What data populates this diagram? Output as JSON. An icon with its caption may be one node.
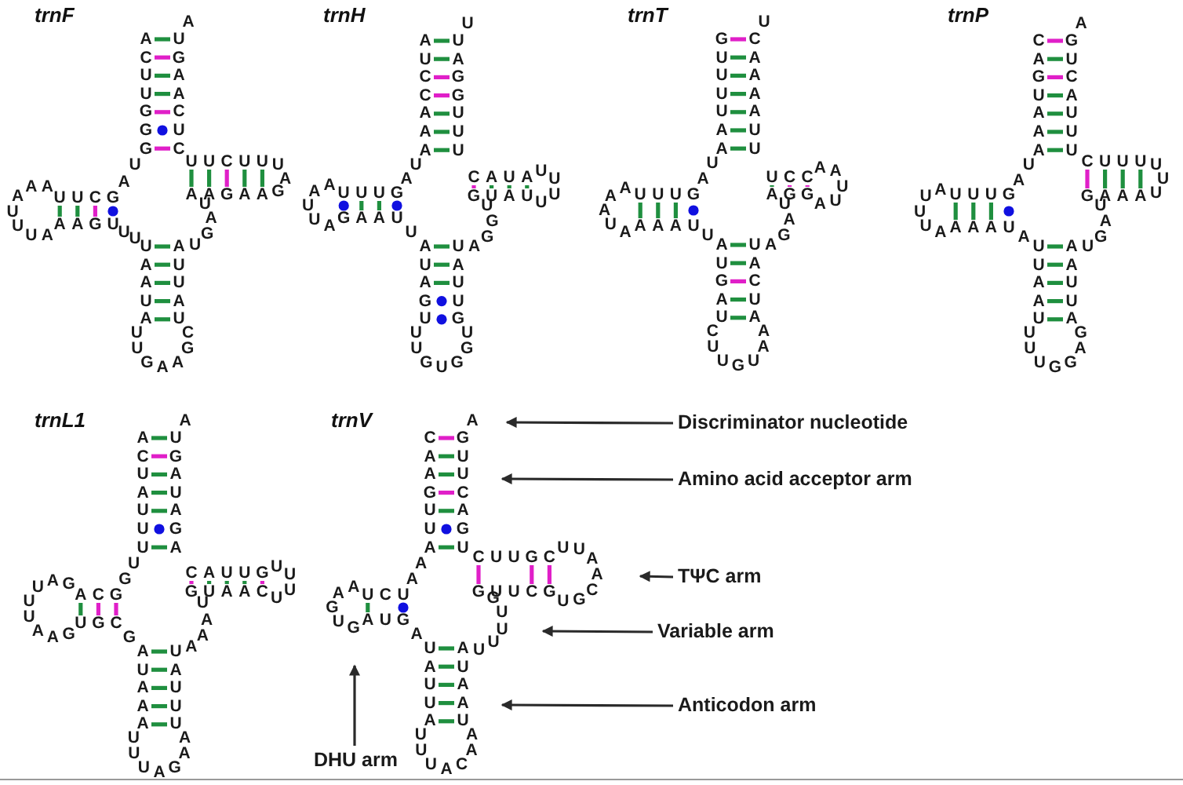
{
  "diagram": {
    "nodes": [
      {
        "text": [
          "Discriminator nucleotide"
        ]
      },
      {
        "text": [
          "Amino acid acceptor arm"
        ]
      },
      {
        "text": [
          "TΨC arm"
        ]
      },
      {
        "text": [
          "Variable arm"
        ]
      },
      {
        "text": [
          "Anticodon arm"
        ]
      },
      {
        "text": [
          "DHU arm"
        ]
      }
    ],
    "edges": [
      {
        "from": 0,
        "to": null,
        "arrow": "to"
      },
      {
        "from": 1,
        "to": null,
        "arrow": "to"
      },
      {
        "from": 2,
        "to": null,
        "arrow": "to"
      },
      {
        "from": 3,
        "to": null,
        "arrow": "to"
      },
      {
        "from": 4,
        "to": null,
        "arrow": "to"
      },
      {
        "from": 5,
        "to": null,
        "arrow": "to"
      }
    ],
    "labels": [
      "trnF",
      "A",
      "C",
      "U",
      "U",
      "G",
      "G",
      "G",
      "U",
      "A",
      "G",
      "C",
      "U",
      "U",
      "A",
      "A",
      "A",
      "U",
      "U",
      "U",
      "A",
      "A",
      "A",
      "G",
      "U",
      "U",
      "U",
      "U",
      "A",
      "A",
      "U",
      "A",
      "U",
      "U",
      "G",
      "A",
      "A",
      "G",
      "C",
      "U",
      "A",
      "U",
      "U",
      "A",
      "U",
      "G",
      "A",
      "U",
      "A",
      "A",
      "G",
      "A",
      "A",
      "G",
      "A",
      "U",
      "U",
      "U",
      "C",
      "U",
      "U",
      "C",
      "U",
      "C",
      "A",
      "A",
      "G",
      "U",
      "A",
      "trnH",
      "A",
      "U",
      "C",
      "C",
      "A",
      "A",
      "A",
      "U",
      "A",
      "G",
      "U",
      "U",
      "U",
      "A",
      "A",
      "U",
      "U",
      "A",
      "G",
      "A",
      "A",
      "U",
      "U",
      "A",
      "U",
      "A",
      "G",
      "U",
      "U",
      "U",
      "G",
      "U",
      "G",
      "G",
      "U",
      "G",
      "U",
      "U",
      "A",
      "U",
      "A",
      "G",
      "G",
      "U",
      "G",
      "U",
      "A",
      "U",
      "U",
      "U",
      "U",
      "U",
      "A",
      "U",
      "A",
      "C",
      "U",
      "U",
      "U",
      "G",
      "G",
      "A",
      "U",
      "U",
      "trnT",
      "G",
      "U",
      "U",
      "U",
      "U",
      "A",
      "A",
      "U",
      "A",
      "G",
      "U",
      "U",
      "U",
      "A",
      "A",
      "A",
      "U",
      "A",
      "A",
      "A",
      "A",
      "U",
      "U",
      "A",
      "U",
      "G",
      "A",
      "U",
      "C",
      "U",
      "U",
      "G",
      "U",
      "A",
      "A",
      "A",
      "U",
      "C",
      "A",
      "U",
      "A",
      "G",
      "A",
      "U",
      "A",
      "G",
      "G",
      "A",
      "U",
      "U",
      "A",
      "A",
      "C",
      "C",
      "U",
      "U",
      "U",
      "A",
      "A",
      "A",
      "A",
      "C",
      "U",
      "trnP",
      "C",
      "A",
      "G",
      "U",
      "A",
      "A",
      "A",
      "U",
      "A",
      "G",
      "U",
      "U",
      "U",
      "A",
      "U",
      "U",
      "U",
      "A",
      "A",
      "A",
      "A",
      "U",
      "A",
      "U",
      "U",
      "A",
      "A",
      "U",
      "U",
      "U",
      "U",
      "G",
      "G",
      "A",
      "G",
      "A",
      "U",
      "U",
      "A",
      "A",
      "U",
      "G",
      "A",
      "U",
      "G",
      "A",
      "A",
      "A",
      "U",
      "U",
      "U",
      "U",
      "U",
      "U",
      "C",
      "U",
      "U",
      "U",
      "A",
      "C",
      "U",
      "G",
      "A",
      "trnL1",
      "A",
      "C",
      "U",
      "A",
      "U",
      "U",
      "U",
      "U",
      "G",
      "G",
      "C",
      "A",
      "G",
      "A",
      "U",
      "U",
      "U",
      "A",
      "A",
      "G",
      "U",
      "G",
      "C",
      "G",
      "A",
      "U",
      "A",
      "A",
      "A",
      "U",
      "U",
      "U",
      "A",
      "G",
      "A",
      "A",
      "U",
      "U",
      "U",
      "A",
      "U",
      "A",
      "A",
      "A",
      "U",
      "G",
      "U",
      "A",
      "A",
      "C",
      "U",
      "U",
      "U",
      "U",
      "G",
      "U",
      "U",
      "A",
      "C",
      "A",
      "G",
      "A",
      "U",
      "A",
      "G",
      "U",
      "A",
      "trnV",
      "C",
      "A",
      "A",
      "G",
      "U",
      "U",
      "A",
      "A",
      "A",
      "U",
      "C",
      "U",
      "A",
      "A",
      "G",
      "U",
      "G",
      "A",
      "U",
      "G",
      "A",
      "U",
      "A",
      "U",
      "U",
      "A",
      "U",
      "U",
      "U",
      "A",
      "C",
      "A",
      "A",
      "U",
      "A",
      "A",
      "U",
      "A",
      "U",
      "U",
      "U",
      "U",
      "G",
      "G",
      "U",
      "U",
      "C",
      "G",
      "U",
      "G",
      "C",
      "A",
      "A",
      "U",
      "U",
      "C",
      "G",
      "U",
      "U",
      "C",
      "U",
      "G",
      "A",
      "C",
      "U",
      "U",
      "G",
      "A"
    ]
  }
}
